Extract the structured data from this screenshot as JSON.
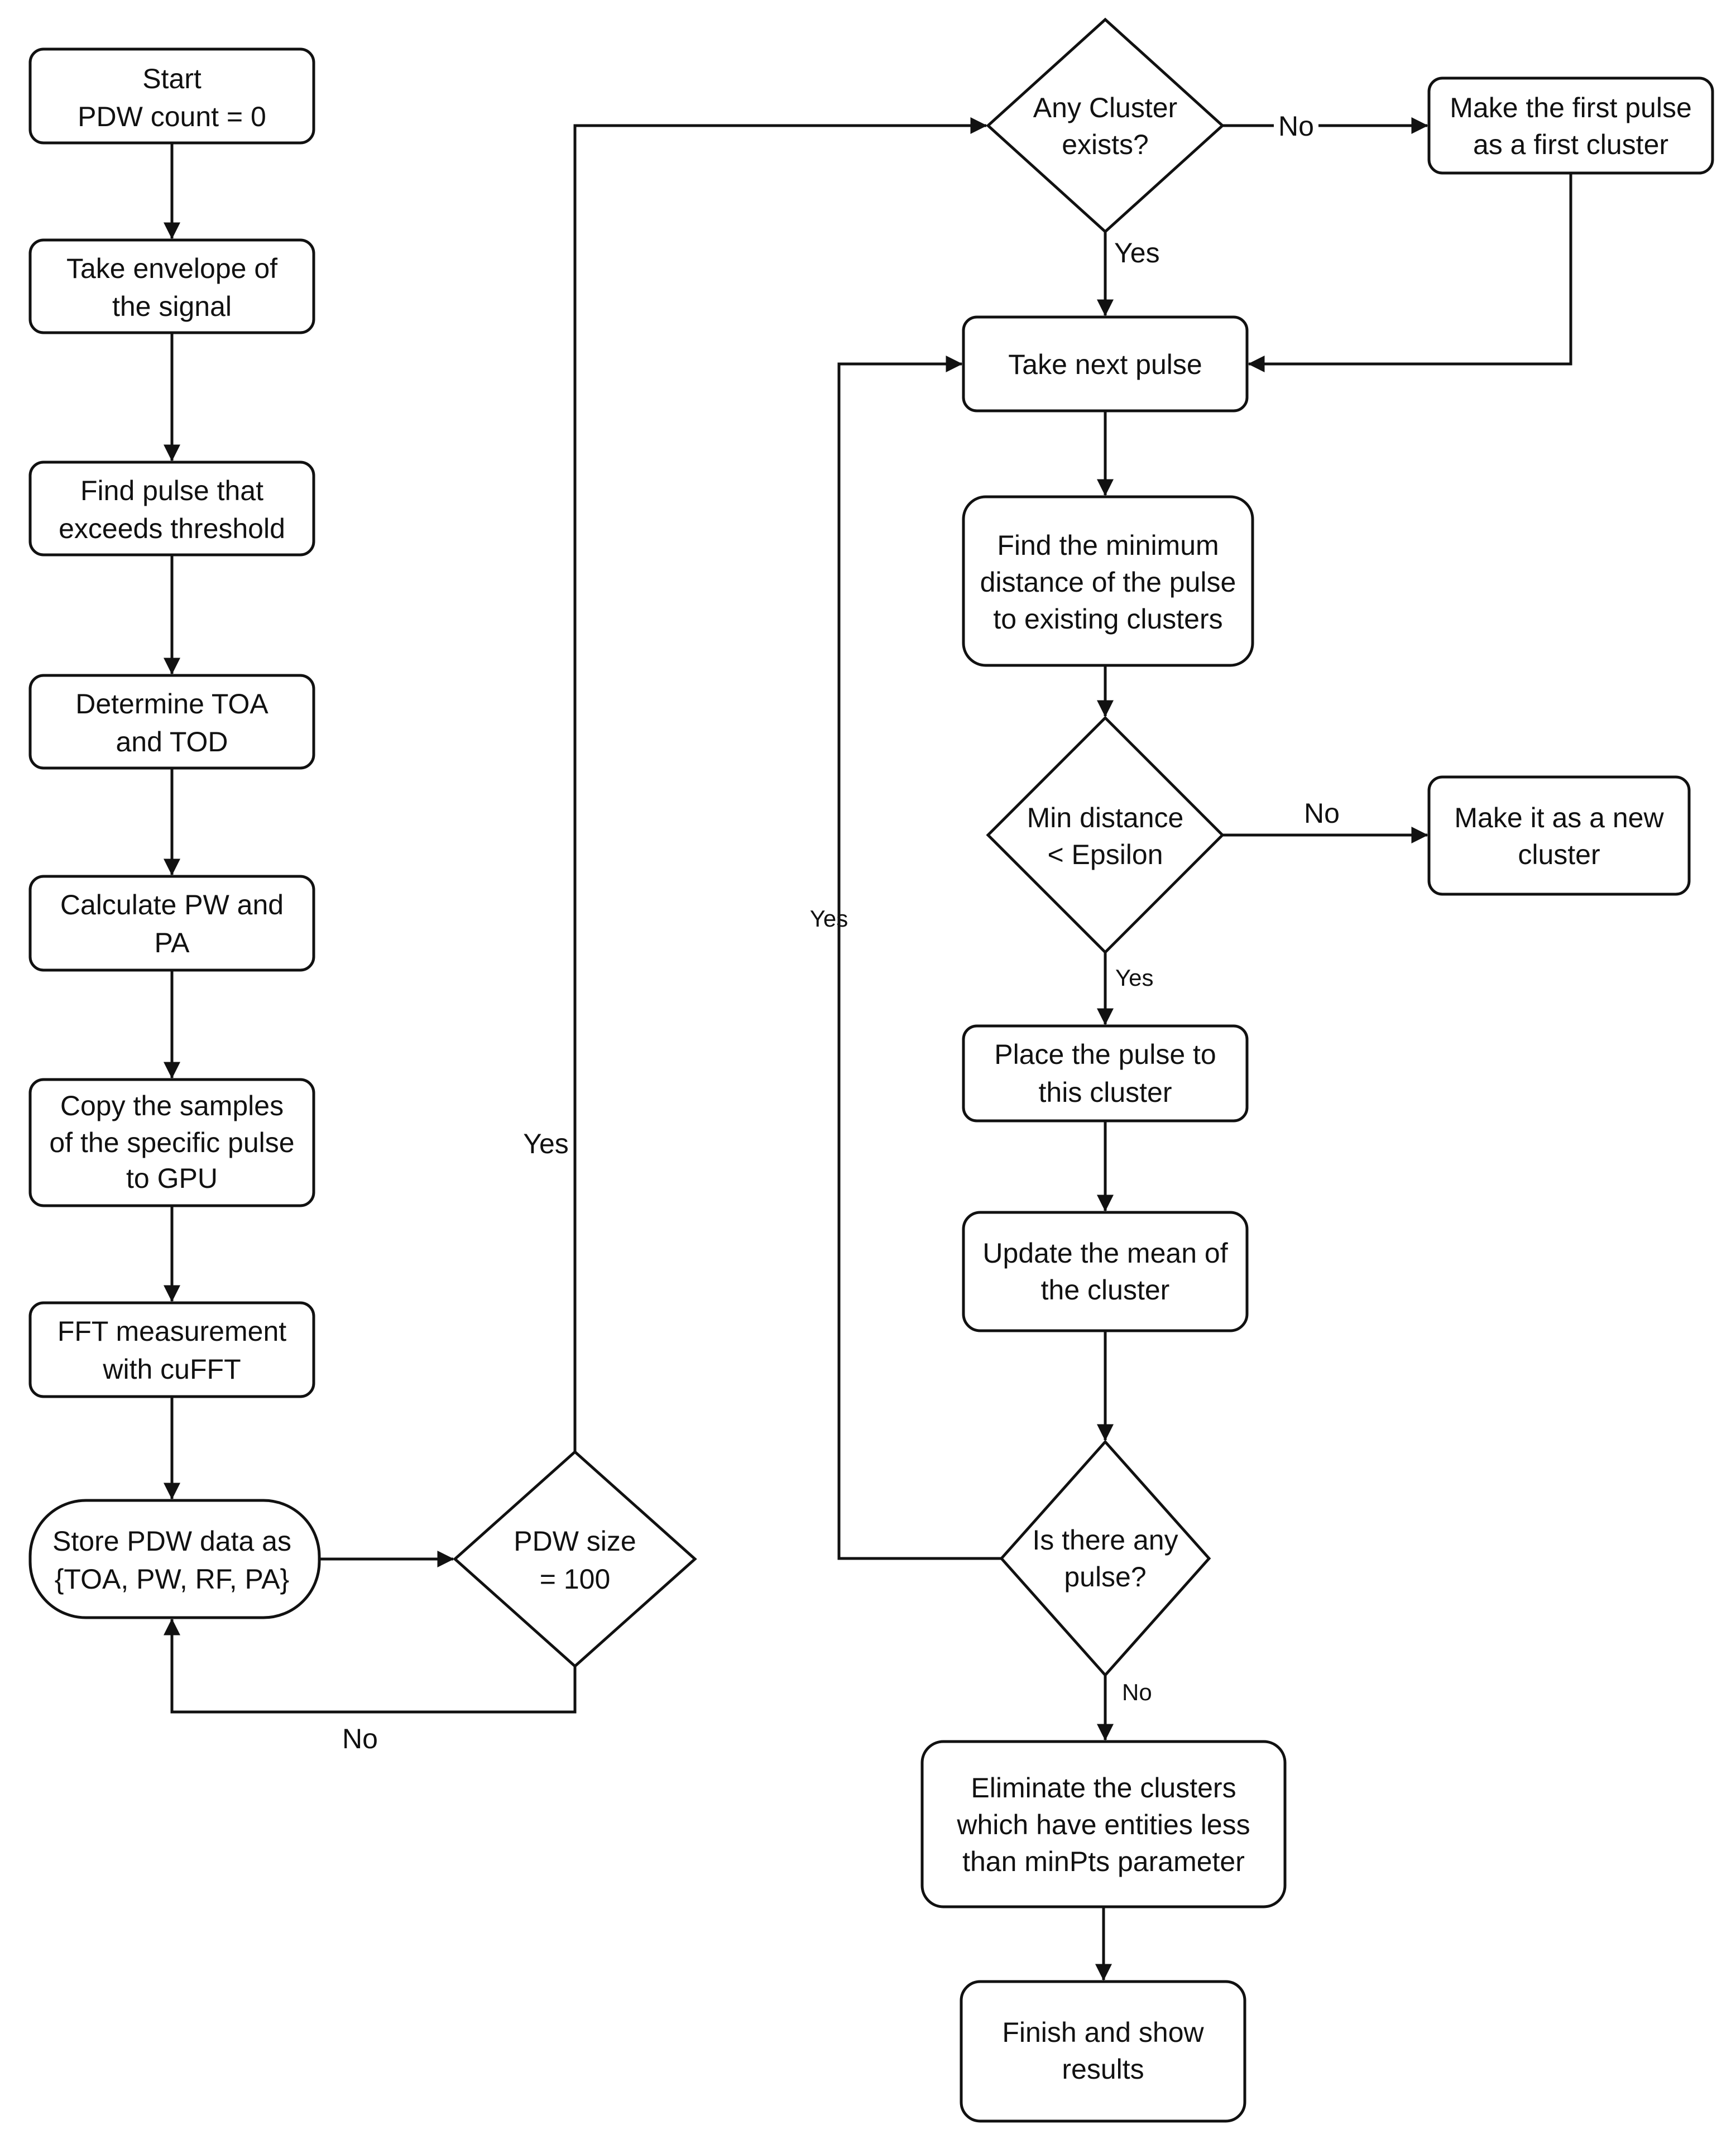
{
  "diagram": {
    "nodes": {
      "start": [
        "Start",
        "PDW count = 0"
      ],
      "envelope": [
        "Take envelope of",
        "the signal"
      ],
      "find_pulse": [
        "Find pulse that",
        "exceeds threshold"
      ],
      "toa_tod": [
        "Determine TOA",
        "and  TOD"
      ],
      "pw_pa": [
        "Calculate PW and",
        "PA"
      ],
      "copy_gpu": [
        "Copy the samples",
        "of the specific pulse",
        "to GPU"
      ],
      "fft": [
        "FFT measurement",
        "with cuFFT"
      ],
      "store_pdw": [
        "Store PDW data as",
        "{TOA, PW, RF, PA}"
      ],
      "pdw_size": [
        "PDW size",
        "= 100"
      ],
      "any_cluster": [
        "Any Cluster",
        "exists?"
      ],
      "first_cluster": [
        "Make the first pulse",
        "as a first cluster"
      ],
      "next_pulse": [
        "Take next pulse"
      ],
      "min_distance_calc": [
        "Find the minimum",
        "distance of the pulse",
        "to existing clusters"
      ],
      "min_distance_check": [
        "Min distance",
        "< Epsilon"
      ],
      "new_cluster": [
        "Make it as a new",
        "cluster"
      ],
      "place_pulse": [
        "Place the pulse to",
        "this cluster"
      ],
      "update_mean": [
        "Update the mean of",
        "the cluster"
      ],
      "any_pulse": [
        "Is there any",
        "pulse?"
      ],
      "eliminate": [
        "Eliminate the clusters",
        "which have entities less",
        "than minPts parameter"
      ],
      "finish": [
        "Finish and show",
        "results"
      ]
    },
    "edge_labels": {
      "pdw_size_yes": "Yes",
      "pdw_size_no": "No",
      "any_cluster_no": "No",
      "any_cluster_yes": "Yes",
      "min_distance_no": "No",
      "min_distance_yes": "Yes",
      "any_pulse_yes": "Yes",
      "any_pulse_no": "No"
    }
  }
}
